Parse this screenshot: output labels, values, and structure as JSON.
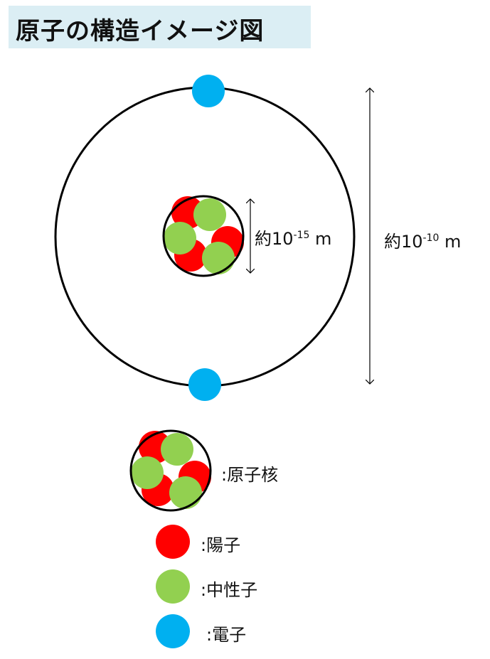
{
  "title": "原子の構造イメージ図",
  "labels": {
    "nucleus_size_prefix": "約10",
    "nucleus_size_exp": "-15",
    "nucleus_size_unit": " m",
    "atom_size_prefix": "約10",
    "atom_size_exp": "-10",
    "atom_size_unit": " m"
  },
  "legend": [
    {
      "label": ":原子核",
      "icon": "nucleus"
    },
    {
      "label": ":陽子",
      "icon": "proton"
    },
    {
      "label": ":中性子",
      "icon": "neutron"
    },
    {
      "label": ":電子",
      "icon": "electron"
    }
  ],
  "colors": {
    "proton": "#ff0000",
    "neutron": "#92d050",
    "electron": "#00b0f0",
    "title_bg": "#dbeef4"
  }
}
